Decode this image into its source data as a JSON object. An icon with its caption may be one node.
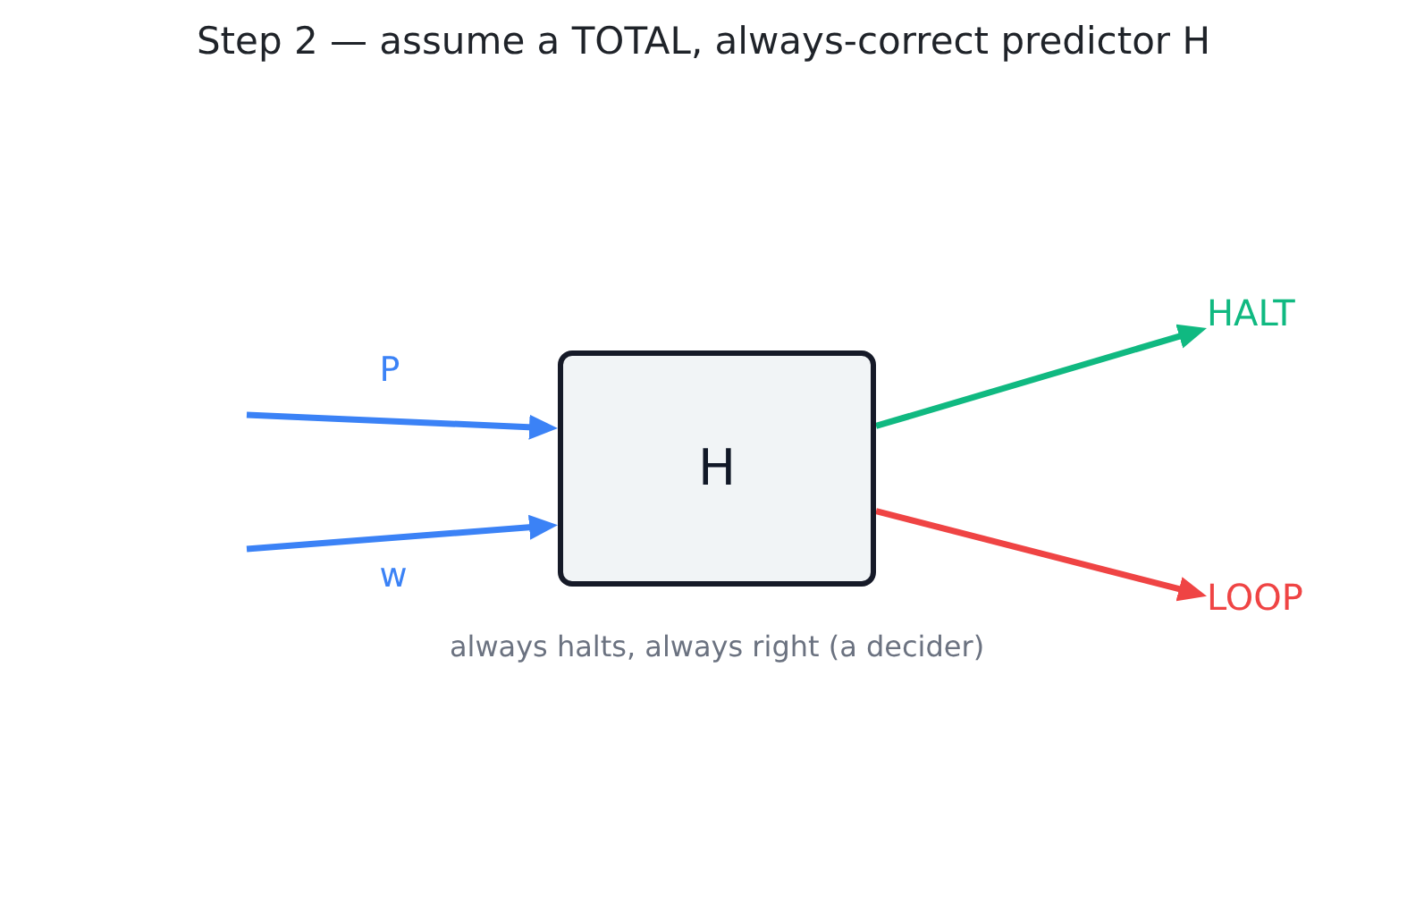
{
  "diagram": {
    "title": "Step 2 — assume a TOTAL, always-correct predictor H",
    "nodes": [
      {
        "text": [
          "H"
        ],
        "beside": [
          "always halts, always right (a decider)"
        ]
      },
      {
        "text": [
          "HALT"
        ]
      },
      {
        "text": [
          "LOOP"
        ]
      }
    ],
    "edges": [
      {
        "from": null,
        "to": 0,
        "arrow": "to",
        "label": "P"
      },
      {
        "from": null,
        "to": 0,
        "arrow": "to",
        "label": "w"
      },
      {
        "from": 0,
        "to": 1,
        "arrow": "to",
        "color": "#10b981"
      },
      {
        "from": 0,
        "to": 2,
        "arrow": "to",
        "color": "#ef4444"
      }
    ]
  }
}
